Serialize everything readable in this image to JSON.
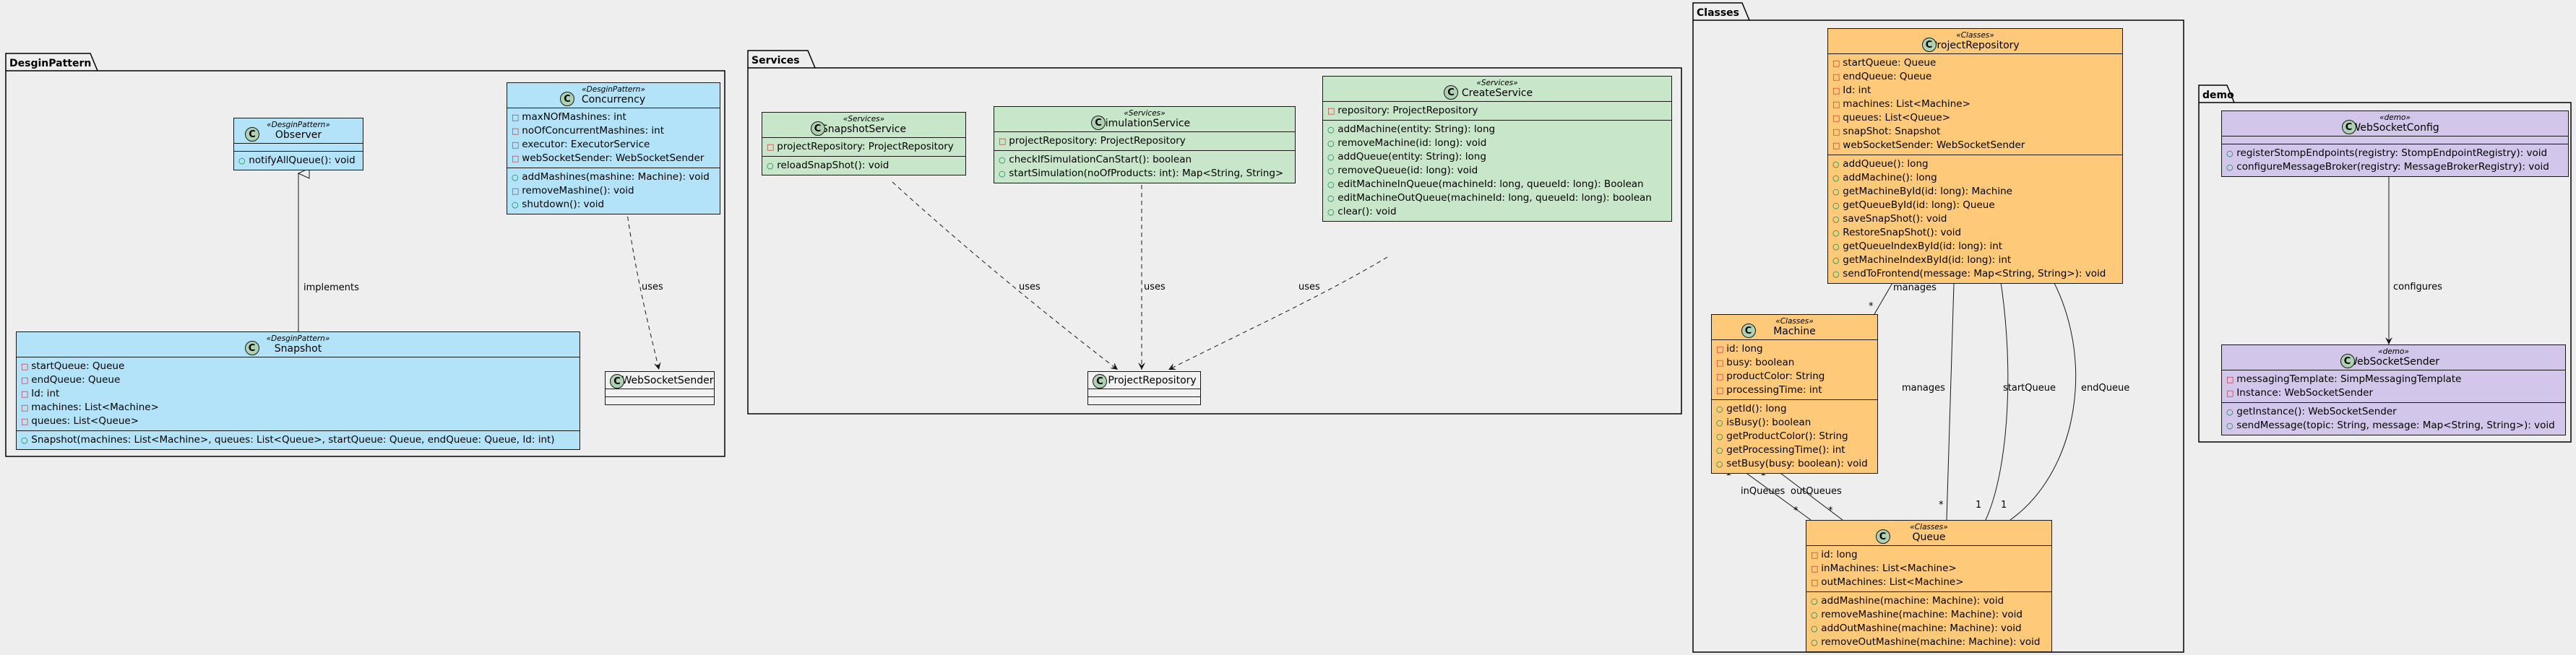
{
  "packages": {
    "pattern": "DesginPattern",
    "services": "Services",
    "classes": "Classes",
    "demo": "demo"
  },
  "colors": {
    "pattern": "#b3e3f8",
    "services": "#c8e6c9",
    "classes": "#ffc97a",
    "demo": "#d2c6ea",
    "plain": "#f1f1f1",
    "circle": "#add1b2"
  },
  "classes": {
    "observer": {
      "name": "Observer",
      "stereotype": "«DesginPattern»",
      "attributes": [],
      "methods": [
        {
          "vis": "+",
          "text": "notifyAllQueue(): void"
        }
      ]
    },
    "concurrency": {
      "name": "Concurrency",
      "stereotype": "«DesginPattern»",
      "attributes": [
        {
          "vis": "-",
          "text": "maxNOfMashines: int"
        },
        {
          "vis": "-",
          "text": "noOfConcurrentMashines: int"
        },
        {
          "vis": "-",
          "text": "executor: ExecutorService"
        },
        {
          "vis": "-",
          "text": "webSocketSender: WebSocketSender"
        }
      ],
      "methods": [
        {
          "vis": "+",
          "text": "addMashines(mashine: Machine): void"
        },
        {
          "vis": "-",
          "text": "removeMashine(): void"
        },
        {
          "vis": "+",
          "text": "shutdown(): void"
        }
      ]
    },
    "snapshot": {
      "name": "Snapshot",
      "stereotype": "«DesginPattern»",
      "attributes": [
        {
          "vis": "-",
          "text": "startQueue: Queue"
        },
        {
          "vis": "-",
          "text": "endQueue: Queue"
        },
        {
          "vis": "-",
          "text": "Id: int"
        },
        {
          "vis": "-",
          "text": "machines: List<Machine>"
        },
        {
          "vis": "-",
          "text": "queues: List<Queue>"
        }
      ],
      "methods": [
        {
          "vis": "+",
          "text": "Snapshot(machines: List<Machine>, queues: List<Queue>, startQueue: Queue, endQueue: Queue, Id: int)"
        }
      ]
    },
    "wssender_plain": {
      "name": "WebSocketSender",
      "attributes": [],
      "methods": []
    },
    "snapshotService": {
      "name": "SnapshotService",
      "stereotype": "«Services»",
      "attributes": [
        {
          "vis": "-",
          "text": "projectRepository: ProjectRepository"
        }
      ],
      "methods": [
        {
          "vis": "+",
          "text": "reloadSnapShot(): void"
        }
      ]
    },
    "simulationService": {
      "name": "SimulationService",
      "stereotype": "«Services»",
      "attributes": [
        {
          "vis": "-",
          "text": "projectRepository: ProjectRepository"
        }
      ],
      "methods": [
        {
          "vis": "+",
          "text": "checkIfSimulationCanStart(): boolean"
        },
        {
          "vis": "+",
          "text": "startSimulation(noOfProducts: int): Map<String, String>"
        }
      ]
    },
    "createService": {
      "name": "CreateService",
      "stereotype": "«Services»",
      "attributes": [
        {
          "vis": "-",
          "text": "repository: ProjectRepository"
        }
      ],
      "methods": [
        {
          "vis": "+",
          "text": "addMachine(entity: String): long"
        },
        {
          "vis": "+",
          "text": "removeMachine(id: long): void"
        },
        {
          "vis": "+",
          "text": "addQueue(entity: String): long"
        },
        {
          "vis": "+",
          "text": "removeQueue(id: long): void"
        },
        {
          "vis": "+",
          "text": "editMachineInQueue(machineId: long, queueId: long): Boolean"
        },
        {
          "vis": "+",
          "text": "editMachineOutQueue(machineId: long, queueId: long): boolean"
        },
        {
          "vis": "+",
          "text": "clear(): void"
        }
      ]
    },
    "repo_plain": {
      "name": "ProjectRepository",
      "attributes": [],
      "methods": []
    },
    "projectRepository": {
      "name": "ProjectRepository",
      "stereotype": "«Classes»",
      "attributes": [
        {
          "vis": "-",
          "text": "startQueue: Queue"
        },
        {
          "vis": "-",
          "text": "endQueue: Queue"
        },
        {
          "vis": "-",
          "text": "Id: int"
        },
        {
          "vis": "-",
          "text": "machines: List<Machine>"
        },
        {
          "vis": "-",
          "text": "queues: List<Queue>"
        },
        {
          "vis": "-",
          "text": "snapShot: Snapshot"
        },
        {
          "vis": "-",
          "text": "webSocketSender: WebSocketSender"
        }
      ],
      "methods": [
        {
          "vis": "+",
          "text": "addQueue(): long"
        },
        {
          "vis": "+",
          "text": "addMachine(): long"
        },
        {
          "vis": "+",
          "text": "getMachineById(id: long): Machine"
        },
        {
          "vis": "+",
          "text": "getQueueById(id: long): Queue"
        },
        {
          "vis": "+",
          "text": "saveSnapShot(): void"
        },
        {
          "vis": "+",
          "text": "RestoreSnapShot(): void"
        },
        {
          "vis": "+",
          "text": "getQueueIndexById(id: long): int"
        },
        {
          "vis": "+",
          "text": "getMachineIndexById(id: long): int"
        },
        {
          "vis": "+",
          "text": "sendToFrontend(message: Map<String, String>): void"
        }
      ]
    },
    "machine": {
      "name": "Machine",
      "stereotype": "«Classes»",
      "attributes": [
        {
          "vis": "-",
          "text": "id: long"
        },
        {
          "vis": "-",
          "text": "busy: boolean"
        },
        {
          "vis": "-",
          "text": "productColor: String"
        },
        {
          "vis": "-",
          "text": "processingTime: int"
        }
      ],
      "methods": [
        {
          "vis": "+",
          "text": "getId(): long"
        },
        {
          "vis": "+",
          "text": "isBusy(): boolean"
        },
        {
          "vis": "+",
          "text": "getProductColor(): String"
        },
        {
          "vis": "+",
          "text": "getProcessingTime(): int"
        },
        {
          "vis": "+",
          "text": "setBusy(busy: boolean): void"
        }
      ]
    },
    "queue": {
      "name": "Queue",
      "stereotype": "«Classes»",
      "attributes": [
        {
          "vis": "-",
          "text": "id: long"
        },
        {
          "vis": "-",
          "text": "inMachines: List<Machine>"
        },
        {
          "vis": "-",
          "text": "outMachines: List<Machine>"
        }
      ],
      "methods": [
        {
          "vis": "+",
          "text": "addMashine(machine: Machine): void"
        },
        {
          "vis": "+",
          "text": "removeMashine(machine: Machine): void"
        },
        {
          "vis": "+",
          "text": "addOutMashine(machine: Machine): void"
        },
        {
          "vis": "+",
          "text": "removeOutMashine(machine: Machine): void"
        }
      ]
    },
    "webSocketConfig": {
      "name": "WebSocketConfig",
      "stereotype": "«demo»",
      "attributes": [],
      "methods": [
        {
          "vis": "+",
          "text": "registerStompEndpoints(registry: StompEndpointRegistry): void"
        },
        {
          "vis": "+",
          "text": "configureMessageBroker(registry: MessageBrokerRegistry): void"
        }
      ]
    },
    "webSocketSender": {
      "name": "WebSocketSender",
      "stereotype": "«demo»",
      "attributes": [
        {
          "vis": "-",
          "text": "messagingTemplate: SimpMessagingTemplate"
        },
        {
          "vis": "-",
          "text": "Instance: WebSocketSender"
        }
      ],
      "methods": [
        {
          "vis": "+",
          "text": "getInstance(): WebSocketSender"
        },
        {
          "vis": "+",
          "text": "sendMessage(topic: String, message: Map<String, String>): void"
        }
      ]
    }
  },
  "circle_letter": "C",
  "relations": {
    "implements": "implements",
    "uses": "uses",
    "manages": "manages",
    "startQueue": "startQueue",
    "endQueue": "endQueue",
    "inQueues": "inQueues",
    "outQueues": "outQueues",
    "configures": "configures",
    "mult_one": "1",
    "mult_many": "*"
  }
}
